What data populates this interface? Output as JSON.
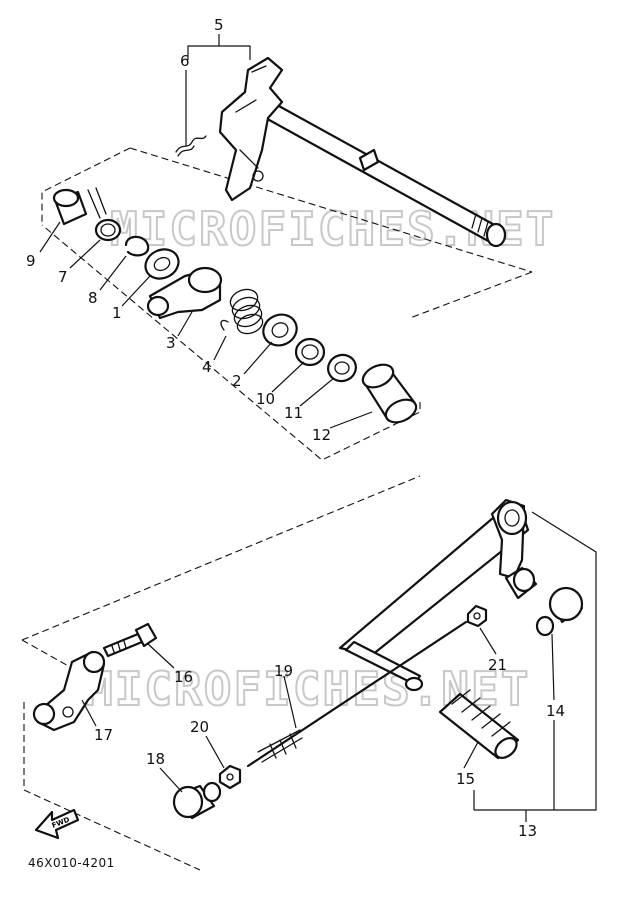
{
  "watermark": "MICROFICHES.NET",
  "diagram_code": "46X010-4201",
  "fwd_label": "FWD",
  "labels": {
    "p1": "1",
    "p2": "2",
    "p3": "3",
    "p4": "4",
    "p5": "5",
    "p6": "6",
    "p7": "7",
    "p8": "8",
    "p9": "9",
    "p10": "10",
    "p11": "11",
    "p12": "12",
    "p13": "13",
    "p14": "14",
    "p15": "15",
    "p16": "16",
    "p17": "17",
    "p18": "18",
    "p19": "19",
    "p20": "20",
    "p21": "21"
  }
}
